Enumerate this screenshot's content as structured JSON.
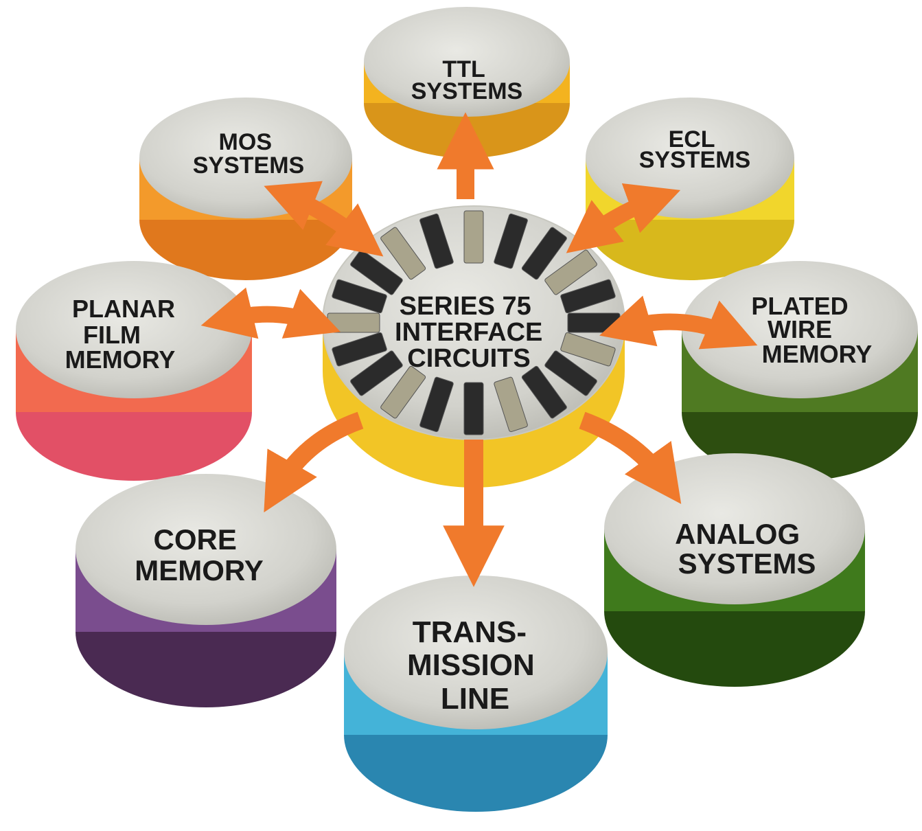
{
  "hub": {
    "lines": [
      "SERIES 75",
      "INTERFACE",
      "CIRCUITS"
    ]
  },
  "nodes": [
    {
      "id": "ttl",
      "lines": [
        "TTL",
        "SYSTEMS"
      ],
      "color": "#f3b31f",
      "color_dark": "#d9951a"
    },
    {
      "id": "ecl",
      "lines": [
        "ECL",
        "SYSTEMS"
      ],
      "color": "#f1d62c",
      "color_dark": "#d8b81c"
    },
    {
      "id": "mos",
      "lines": [
        "MOS",
        "SYSTEMS"
      ],
      "color": "#f39a2b",
      "color_dark": "#e0781d"
    },
    {
      "id": "planar",
      "lines": [
        "PLANAR",
        "FILM",
        "MEMORY"
      ],
      "color": "#f26a4f",
      "color_dark": "#e25066"
    },
    {
      "id": "plated",
      "lines": [
        "PLATED",
        "WIRE",
        "MEMORY"
      ],
      "color": "#4f7a22",
      "color_dark": "#2d4e10"
    },
    {
      "id": "core",
      "lines": [
        "CORE",
        "MEMORY"
      ],
      "color": "#7a4d8e",
      "color_dark": "#4a2a52"
    },
    {
      "id": "analog",
      "lines": [
        "ANALOG",
        "SYSTEMS"
      ],
      "color": "#3f7a1c",
      "color_dark": "#244a0e"
    },
    {
      "id": "trans",
      "lines": [
        "TRANS-",
        "MISSION",
        "LINE"
      ],
      "color": "#44b3d8",
      "color_dark": "#2a86b0"
    }
  ],
  "colors": {
    "arrow": "#f07a2c",
    "top_face": "#d7d7d2",
    "top_face_rim": "#bdbdb7",
    "hub_rim": "#f2c526",
    "chip_dark": "#2b2b2b",
    "chip_light": "#a9a48c"
  }
}
